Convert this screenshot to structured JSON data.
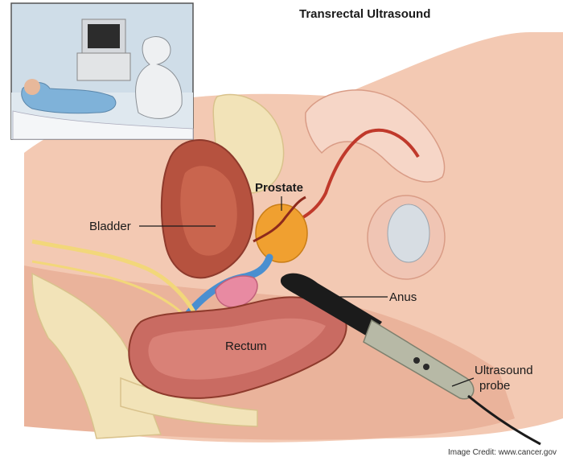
{
  "title": "Transrectal Ultrasound",
  "labels": {
    "prostate": "Prostate",
    "bladder": "Bladder",
    "anus": "Anus",
    "rectum": "Rectum",
    "probe_line1": "Ultrasound",
    "probe_line2": "probe"
  },
  "credit": "Image Credit: www.cancer.gov",
  "colors": {
    "skin": "#f3c9b3",
    "tissue": "#e7a794",
    "organ_red": "#b6523f",
    "prostate": "#f0a030",
    "bone": "#f2e3b8",
    "vessel_blue": "#4a8fd0",
    "probe_black": "#1b1b1b",
    "probe_grey": "#b7b9a6",
    "inset_bg": "#cfdde8"
  }
}
